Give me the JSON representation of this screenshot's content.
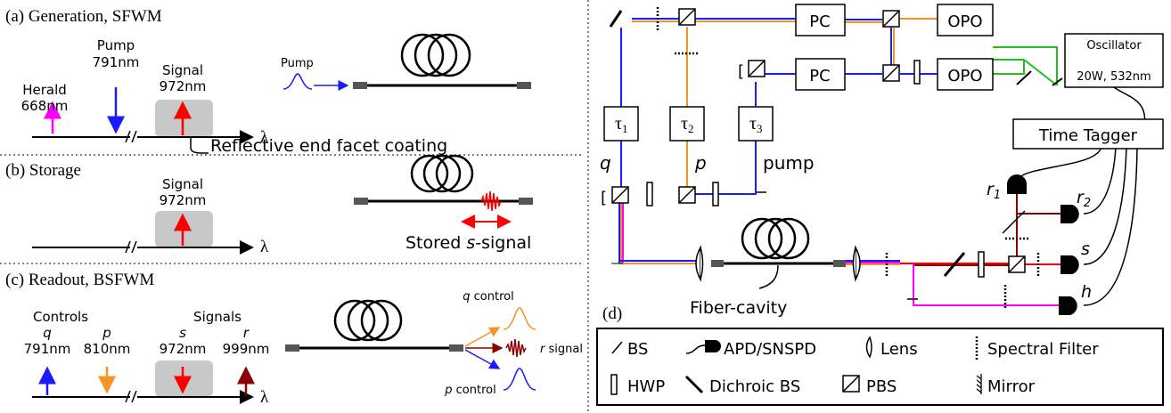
{
  "panel_a": {
    "title": "(a) Generation, SFWM",
    "herald_name": "Herald",
    "herald_wl": "668nm",
    "pump_name": "Pump",
    "pump_wl": "791nm",
    "signal_name": "Signal",
    "signal_wl": "972nm",
    "lambda": "λ",
    "pump_label": "Pump",
    "coating_label": "Reflective end facet coating"
  },
  "panel_b": {
    "title": "(b) Storage",
    "signal_name": "Signal",
    "signal_wl": "972nm",
    "lambda": "λ",
    "stored_prefix": "Stored ",
    "stored_s": "s",
    "stored_suffix": "-signal"
  },
  "panel_c": {
    "title": "(c) Readout, BSFWM",
    "controls_header": "Controls",
    "signals_header": "Signals",
    "q": "q",
    "q_wl": "791nm",
    "p": "p",
    "p_wl": "810nm",
    "s": "s",
    "s_wl": "972nm",
    "r": "r",
    "r_wl": "999nm",
    "lambda": "λ",
    "q_control_sym": "q",
    "q_control_word": " control",
    "r_signal_sym": "r",
    "r_signal_word": " signal",
    "p_control_sym": "p",
    "p_control_word": " control"
  },
  "panel_d": {
    "title": "(d)",
    "pc1": "PC",
    "pc2": "PC",
    "opo1": "OPO",
    "opo2": "OPO",
    "oscillator_title": "Oscillator",
    "oscillator_spec": "20W, 532nm",
    "tau1_sym": "τ",
    "tau1_sub": "1",
    "tau2_sym": "τ",
    "tau2_sub": "2",
    "tau3_sym": "τ",
    "tau3_sub": "3",
    "q_label": "q",
    "p_label": "p",
    "pump_label": "pump",
    "time_tagger": "Time Tagger",
    "r1": "r",
    "r1_sub": "1",
    "r2": "r",
    "r2_sub": "2",
    "s_label": "s",
    "h_label": "h",
    "fiber_cavity": "Fiber-cavity"
  },
  "legend": {
    "bs": "BS",
    "apd": "APD/SNSPD",
    "lens": "Lens",
    "filter": "Spectral Filter",
    "hwp": "HWP",
    "dichroic": "Dichroic BS",
    "pbs": "PBS",
    "mirror": "Mirror"
  },
  "colors": {
    "blue": "#1a1aff",
    "magenta": "#ff00ff",
    "red": "#ff0000",
    "orange": "#f39424",
    "dark_red": "#8b0000",
    "green": "#22bb22",
    "gray_band": "#c8c8c8"
  }
}
